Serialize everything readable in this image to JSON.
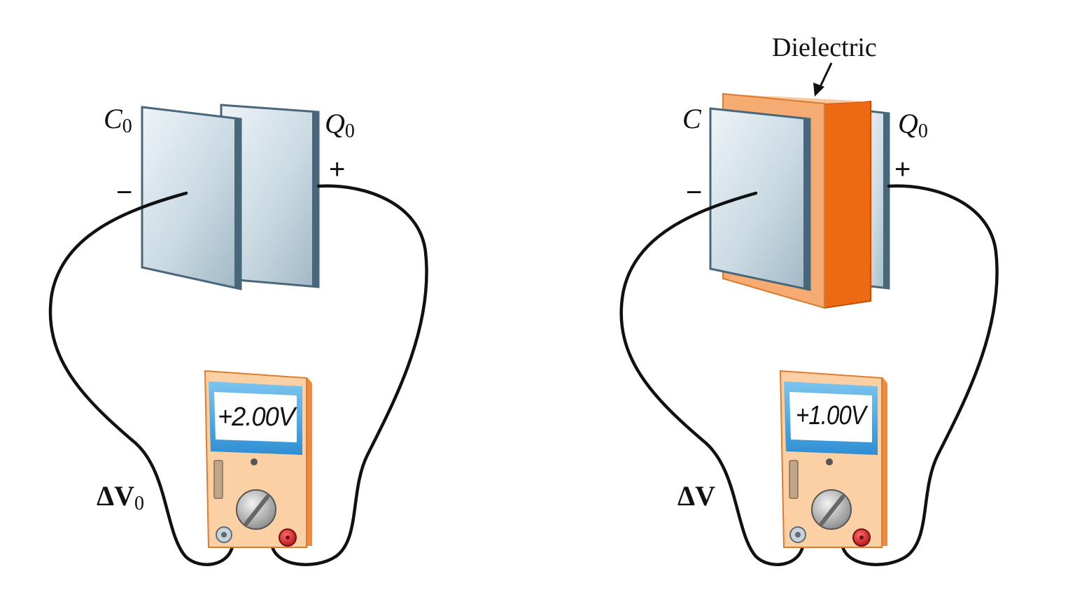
{
  "left_setup": {
    "capacitance_label": "C",
    "capacitance_sub": "0",
    "charge_label": "Q",
    "charge_sub": "0",
    "neg_sign": "−",
    "pos_sign": "+",
    "voltage_label": "ΔV",
    "voltage_sub": "0",
    "meter_reading": "+2.00V"
  },
  "right_setup": {
    "capacitance_label": "C",
    "charge_label": "Q",
    "charge_sub": "0",
    "neg_sign": "−",
    "pos_sign": "+",
    "voltage_label": "ΔV",
    "meter_reading": "+1.00V",
    "dielectric_label": "Dielectric"
  },
  "colors": {
    "plate": "#c9d9e2",
    "plate_edge": "#48677a",
    "dielectric_front": "#f6ab72",
    "dielectric_side": "#ee6a12",
    "meter_body": "#fbd0a4",
    "meter_screen": "#45a3e0",
    "terminal_red": "#e0242a"
  },
  "icons": [
    "plate-shape",
    "meter-dial-icon",
    "terminal-icon"
  ]
}
